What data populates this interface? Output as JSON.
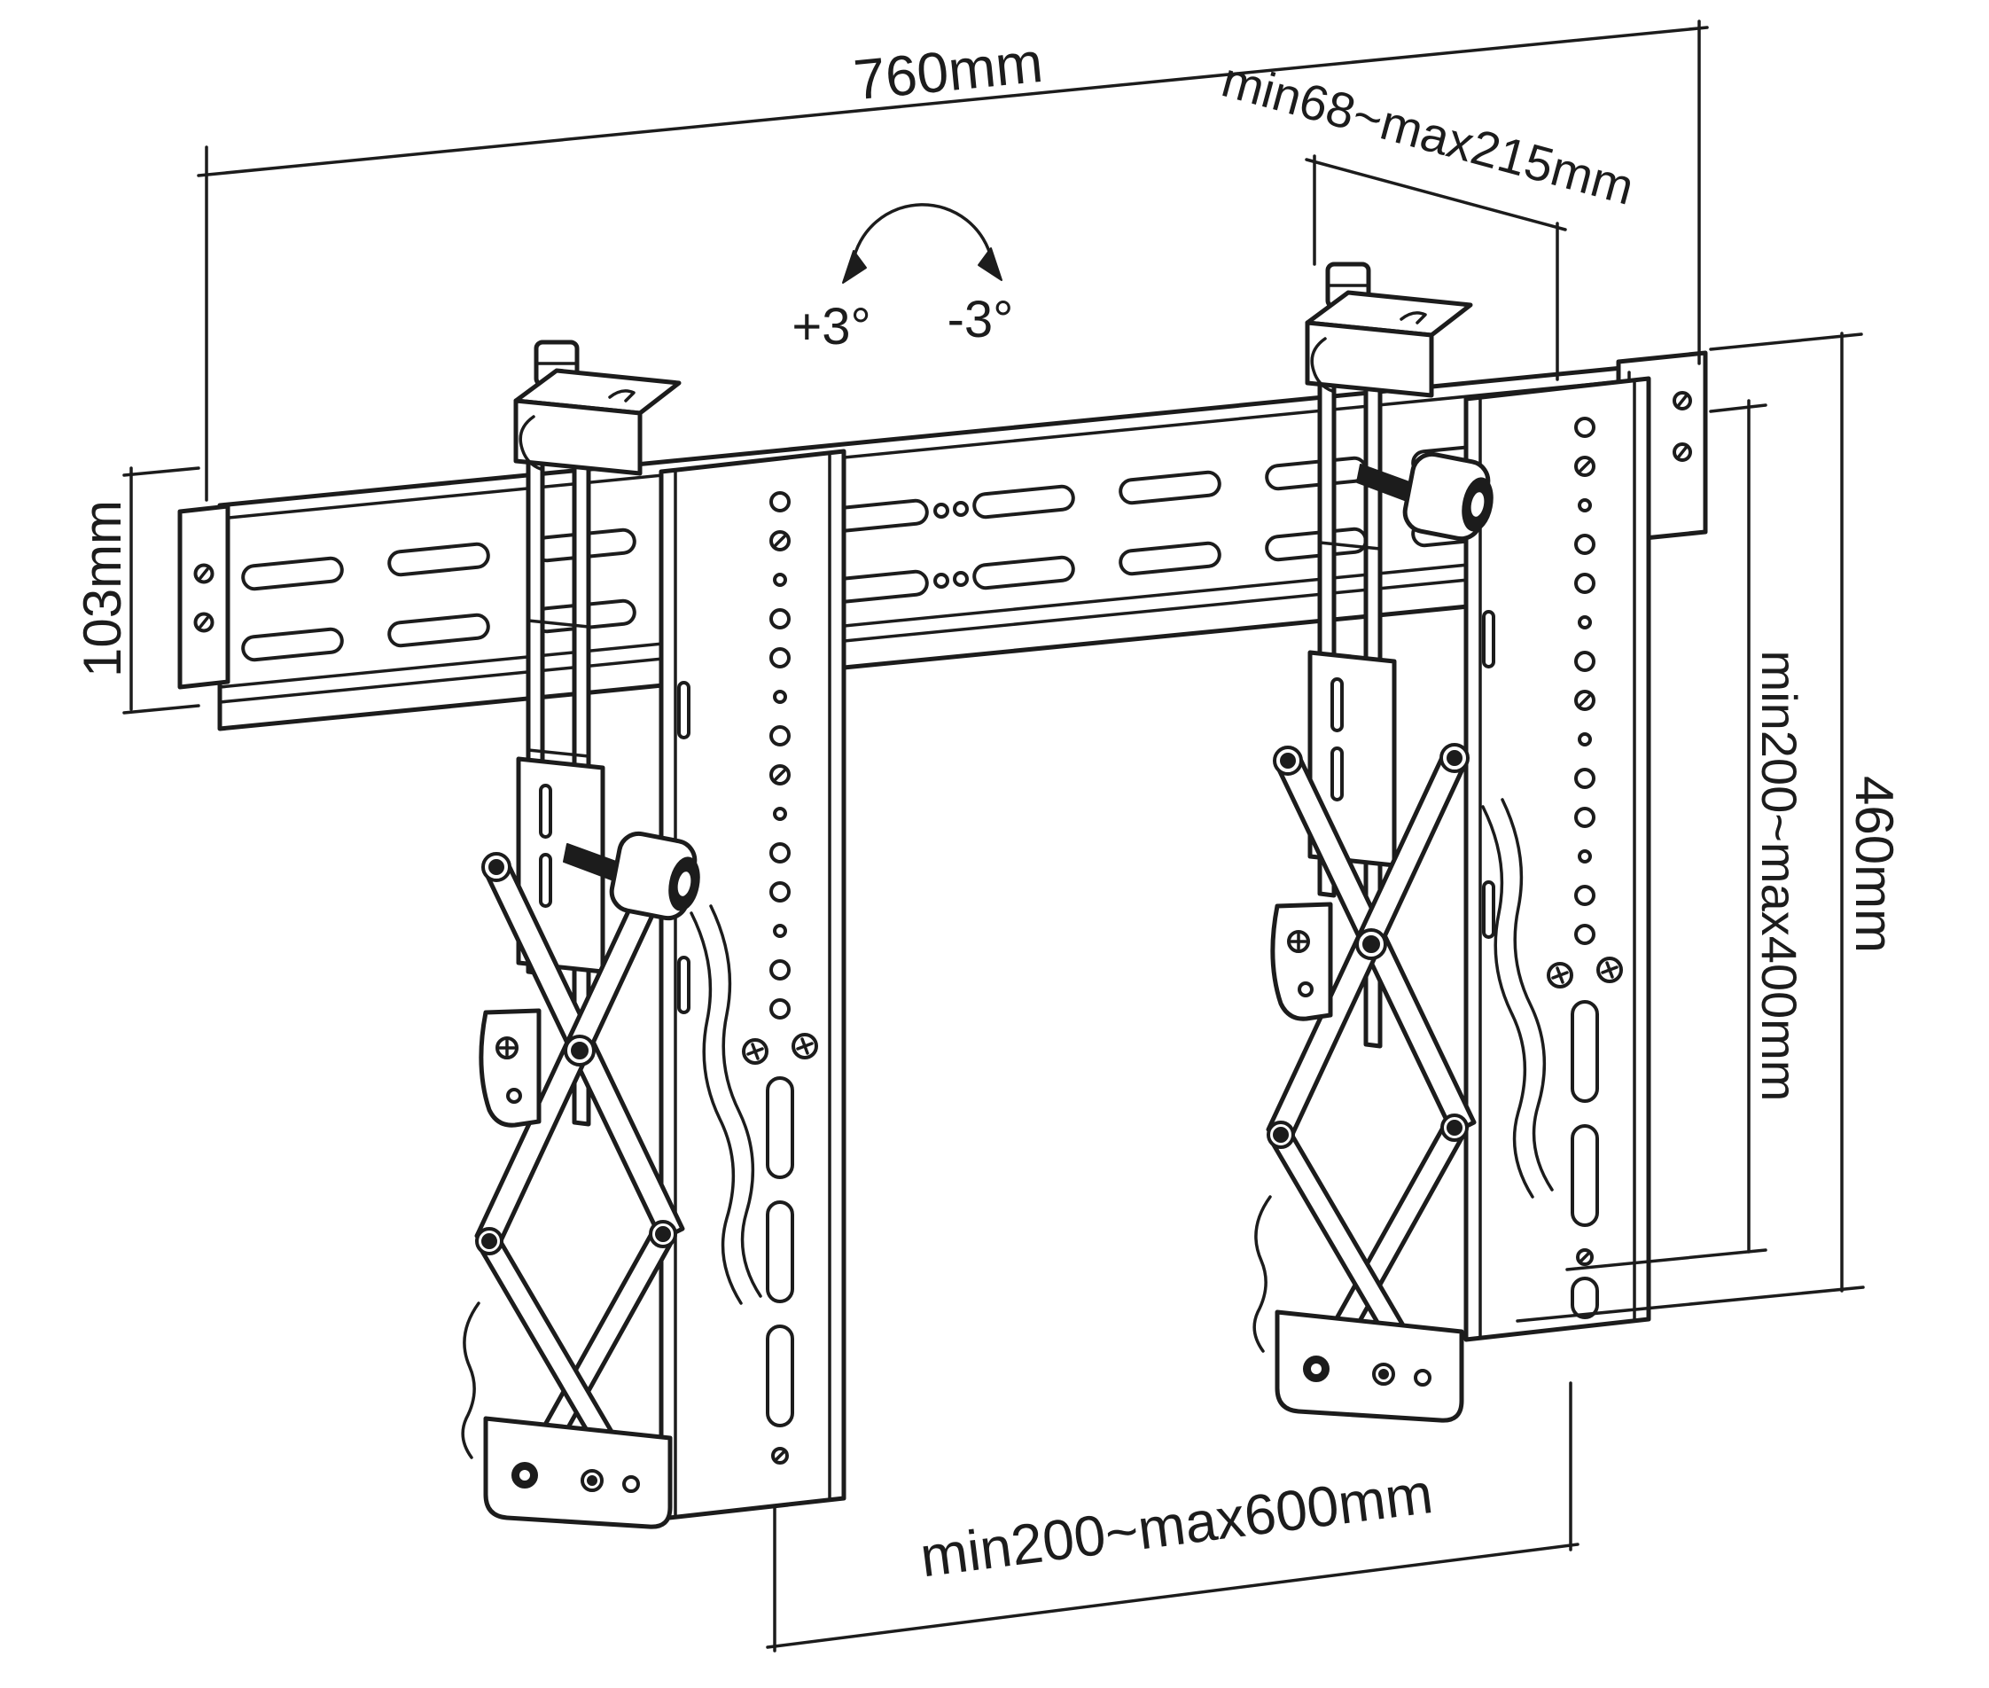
{
  "diagram": {
    "colors": {
      "line": "#1c1c1c",
      "background": "#ffffff"
    },
    "dimensions": {
      "rail_width": "760mm",
      "clamp_range": "min68~max215mm",
      "rail_height": "103mm",
      "vesa_height_range": "min200~max400mm",
      "plate_height": "460mm",
      "vesa_width_range": "min200~max600mm",
      "tilt_up": "+3°",
      "tilt_down": "-3°"
    }
  }
}
